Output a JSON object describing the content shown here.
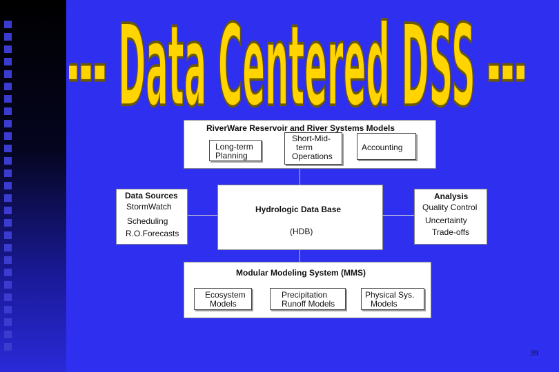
{
  "title": "--- Data Centered DSS ---",
  "page_number": "39",
  "colors": {
    "background": "#2f2ff0",
    "title_fill": "#ffd400",
    "title_outline": "#6b5a00"
  },
  "riverware": {
    "heading": "RiverWare Reservoir and River Systems Models",
    "items": [
      {
        "lines": [
          "Long-term",
          "Planning"
        ]
      },
      {
        "lines": [
          "Short-Mid-",
          "term",
          "Operations"
        ]
      },
      {
        "lines": [
          "Accounting"
        ]
      }
    ]
  },
  "data_sources": {
    "heading": "Data Sources",
    "items": [
      "StormWatch",
      "Scheduling",
      "R.O.Forecasts"
    ]
  },
  "hdb": {
    "heading": "Hydrologic Data Base",
    "sub": "(HDB)"
  },
  "analysis": {
    "heading": "Analysis",
    "items": [
      "Quality Control",
      "Uncertainty",
      "Trade-offs"
    ]
  },
  "mms": {
    "heading": "Modular Modeling System (MMS)",
    "items": [
      {
        "lines": [
          "Ecosystem",
          "Models"
        ]
      },
      {
        "lines": [
          "Precipitation",
          "Runoff Models"
        ]
      },
      {
        "lines": [
          "Physical Sys.",
          "Models"
        ]
      }
    ]
  }
}
